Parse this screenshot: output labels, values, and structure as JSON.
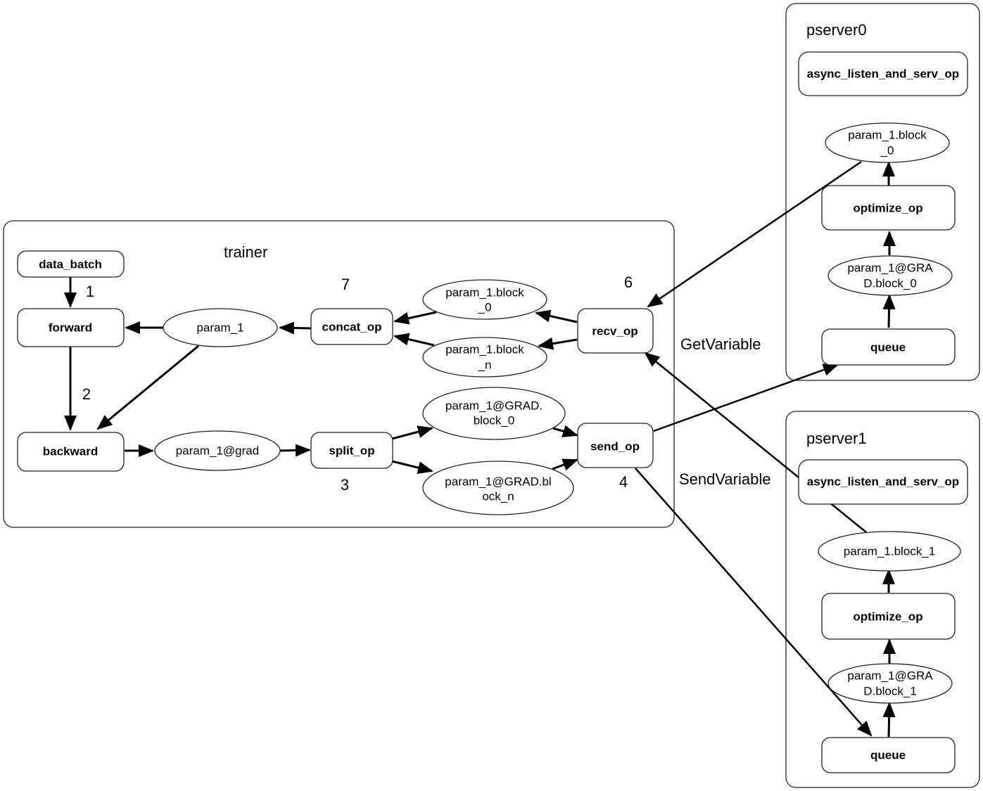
{
  "groups": {
    "trainer": "trainer",
    "pserver0": "pserver0",
    "pserver1": "pserver1"
  },
  "trainer": {
    "ops": {
      "data_batch": "data_batch",
      "forward": "forward",
      "backward": "backward",
      "concat_op": "concat_op",
      "split_op": "split_op",
      "recv_op": "recv_op",
      "send_op": "send_op"
    },
    "vars": {
      "param_1": "param_1",
      "param_1_grad": "param_1@grad",
      "block_0": [
        "param_1.block",
        "_0"
      ],
      "block_n": [
        "param_1.block",
        "_n"
      ],
      "grad_block_0": [
        "param_1@GRAD.",
        "block_0"
      ],
      "grad_block_n": [
        "param_1@GRAD.bl",
        "ock_n"
      ]
    },
    "steps": {
      "s1": "1",
      "s2": "2",
      "s3": "3",
      "s4": "4",
      "s6": "6",
      "s7": "7"
    }
  },
  "pserver0": {
    "listen_op": "async_listen_and_serv_op",
    "param_block": [
      "param_1.block",
      "_0"
    ],
    "optimize_op": "optimize_op",
    "grad_block": [
      "param_1@GRA",
      "D.block_0"
    ],
    "queue": "queue"
  },
  "pserver1": {
    "listen_op": "async_listen_and_serv_op",
    "param_block": [
      "param_1.block_1"
    ],
    "optimize_op": "optimize_op",
    "grad_block": [
      "param_1@GRA",
      "D.block_1"
    ],
    "queue": "queue"
  },
  "channels": {
    "get": "GetVariable",
    "send": "SendVariable"
  }
}
